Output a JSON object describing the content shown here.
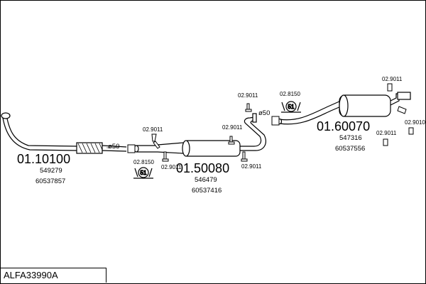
{
  "model_code": "ALFA33990A",
  "parts": {
    "front_pipe": {
      "number": "01.10100",
      "ref1": "549279",
      "ref2": "60537857"
    },
    "middle_silencer": {
      "number": "01.50080",
      "ref1": "546479",
      "ref2": "60537416"
    },
    "rear_silencer": {
      "number": "01.60070",
      "ref1": "547316",
      "ref2": "60537556"
    }
  },
  "accessories": {
    "clamp_front": "ø50",
    "clamp_middle": "ø50",
    "hanger_a": "02.9011",
    "hanger_b": "02.9011",
    "hanger_c": "02.9011",
    "hanger_d": "02.9011",
    "hanger_e": "02.9011",
    "hanger_f": "02.9011",
    "hanger_g": "02.9011",
    "rubber_a": "02.8150",
    "rubber_b": "02.8150",
    "rubber_small": "02.9010"
  }
}
